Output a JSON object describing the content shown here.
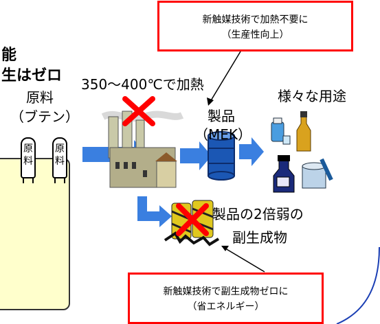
{
  "title_fragment_line1": "能",
  "title_fragment_line2": "生はゼロ",
  "top_note": {
    "line1": "新触媒技術で加熱不要に",
    "line2": "（生産性向上）"
  },
  "bottom_note": {
    "line1": "新触媒技術で副生成物ゼロに",
    "line2": "（省エネルギー）"
  },
  "heating_label": "350〜400℃で加熱",
  "raw_material": {
    "label": "原料",
    "sub": "（ブテン）",
    "tank_text": "原料"
  },
  "product": {
    "line1": "製品",
    "line2": "（MEK）"
  },
  "uses_label": "様々な用途",
  "byproduct": {
    "line1": "製品の2倍弱の",
    "line2": "副生成物"
  },
  "colors": {
    "accent_blue": "#3a7fe0",
    "red": "#ff0000",
    "panel_yellow": "#ffffcc",
    "drum_blue": "#1b57b4"
  },
  "icons": [
    "factory-icon",
    "drum-icon",
    "bottles-icon",
    "waste-barrels-icon",
    "cross-icon"
  ]
}
